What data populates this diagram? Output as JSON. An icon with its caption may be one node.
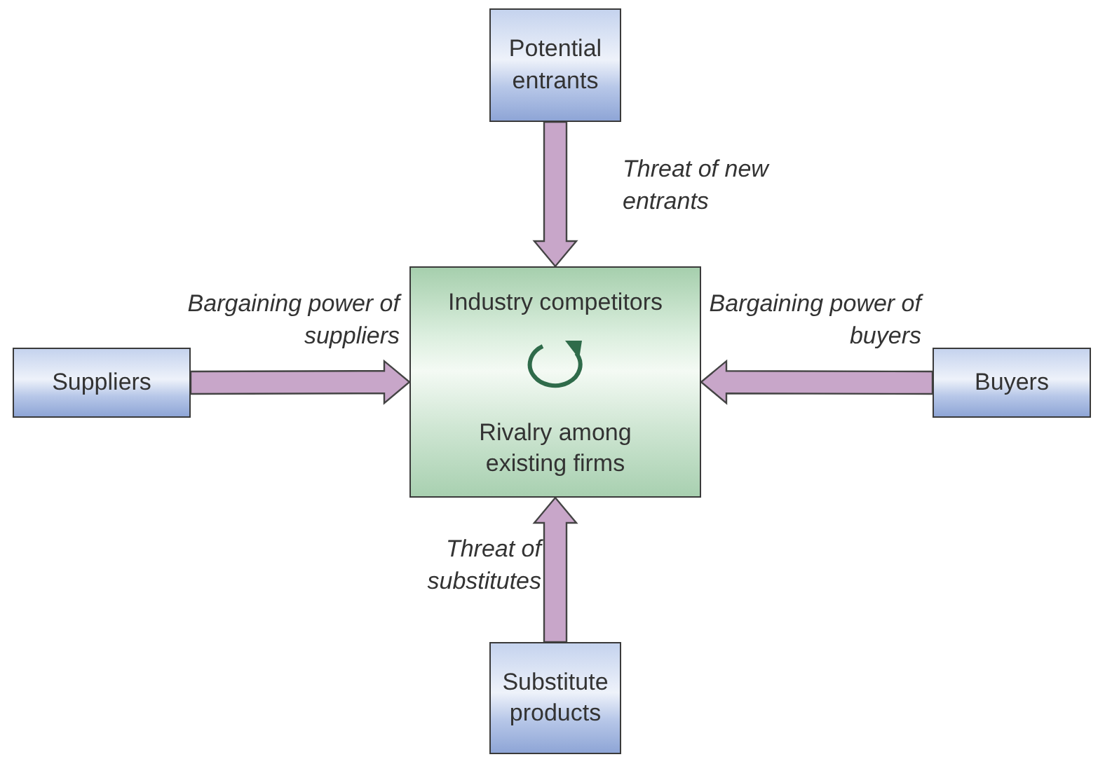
{
  "diagram": {
    "nodes": [
      {
        "text": [
          "Potential entrants"
        ]
      },
      {
        "text": [
          "Industry competitors",
          "Rivalry among existing firms"
        ]
      },
      {
        "text": [
          "Suppliers"
        ]
      },
      {
        "text": [
          "Buyers"
        ]
      },
      {
        "text": [
          "Substitute products"
        ]
      }
    ],
    "edges": [
      {
        "from": 0,
        "to": 1,
        "arrow": "to",
        "label": "Threat of new entrants"
      },
      {
        "from": 2,
        "to": 1,
        "arrow": "to",
        "label": "Bargaining power of suppliers"
      },
      {
        "from": 3,
        "to": 1,
        "arrow": "to",
        "label": "Bargaining power of buyers"
      },
      {
        "from": 4,
        "to": 1,
        "arrow": "to",
        "label": "Threat of substitutes"
      }
    ]
  }
}
